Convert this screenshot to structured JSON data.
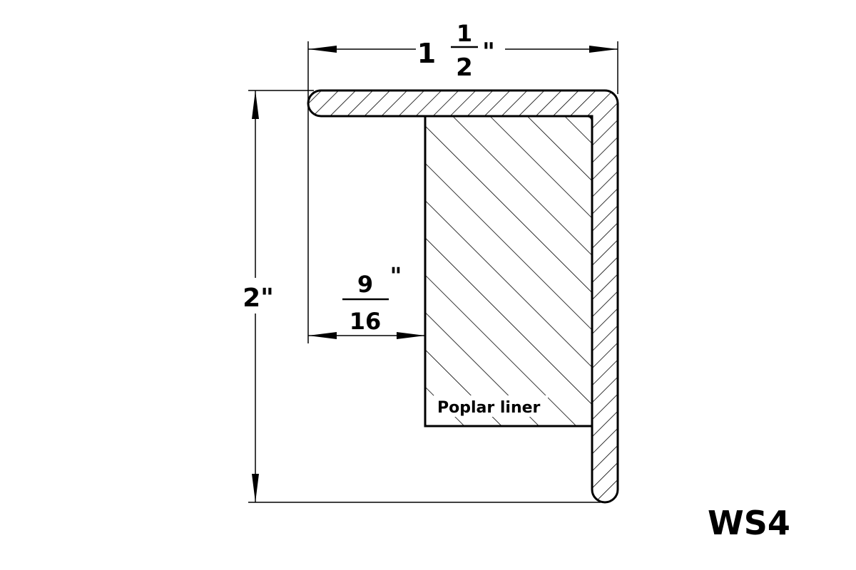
{
  "drawing": {
    "width_dimension": {
      "whole": "1",
      "numerator": "1",
      "denominator": "2",
      "unit": "\""
    },
    "height_dimension": {
      "label": "2\""
    },
    "liner_offset_dimension": {
      "numerator": "9",
      "denominator": "16",
      "unit": "\""
    },
    "liner_label": "Poplar liner",
    "part_code": "WS4"
  },
  "colors": {
    "line": "#000000",
    "background": "#ffffff"
  }
}
